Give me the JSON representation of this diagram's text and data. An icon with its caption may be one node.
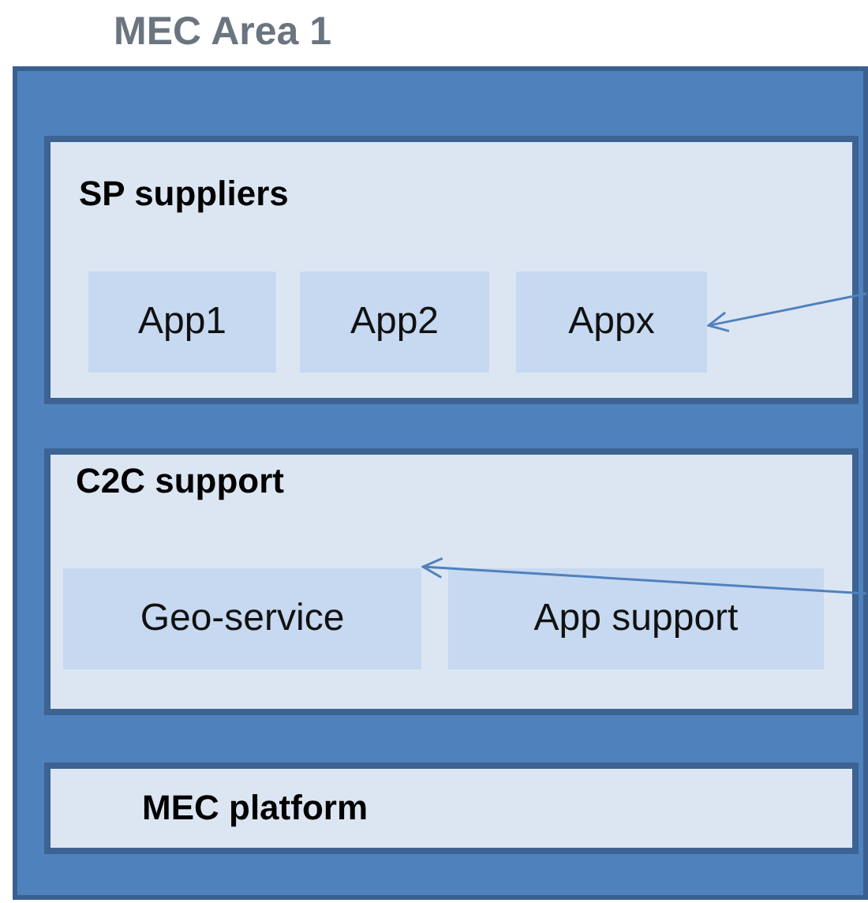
{
  "diagram": {
    "nodes": [
      {
        "text": [
          "MEC Area 1"
        ]
      },
      {
        "text": [
          "SP suppliers"
        ],
        "in": 0
      },
      {
        "text": [
          "App1"
        ],
        "in": 1
      },
      {
        "text": [
          "App2"
        ],
        "in": 1
      },
      {
        "text": [
          "Appx"
        ],
        "in": 1
      },
      {
        "text": [
          "C2C support"
        ],
        "in": 0
      },
      {
        "text": [
          "Geo-service"
        ],
        "in": 5
      },
      {
        "text": [
          "App support"
        ],
        "in": 5
      },
      {
        "text": [
          "MEC platform"
        ],
        "in": 0
      }
    ],
    "edges": [
      {
        "from": null,
        "to": 4,
        "arrow": "to"
      },
      {
        "from": null,
        "to": 6,
        "arrow": "to"
      }
    ]
  }
}
